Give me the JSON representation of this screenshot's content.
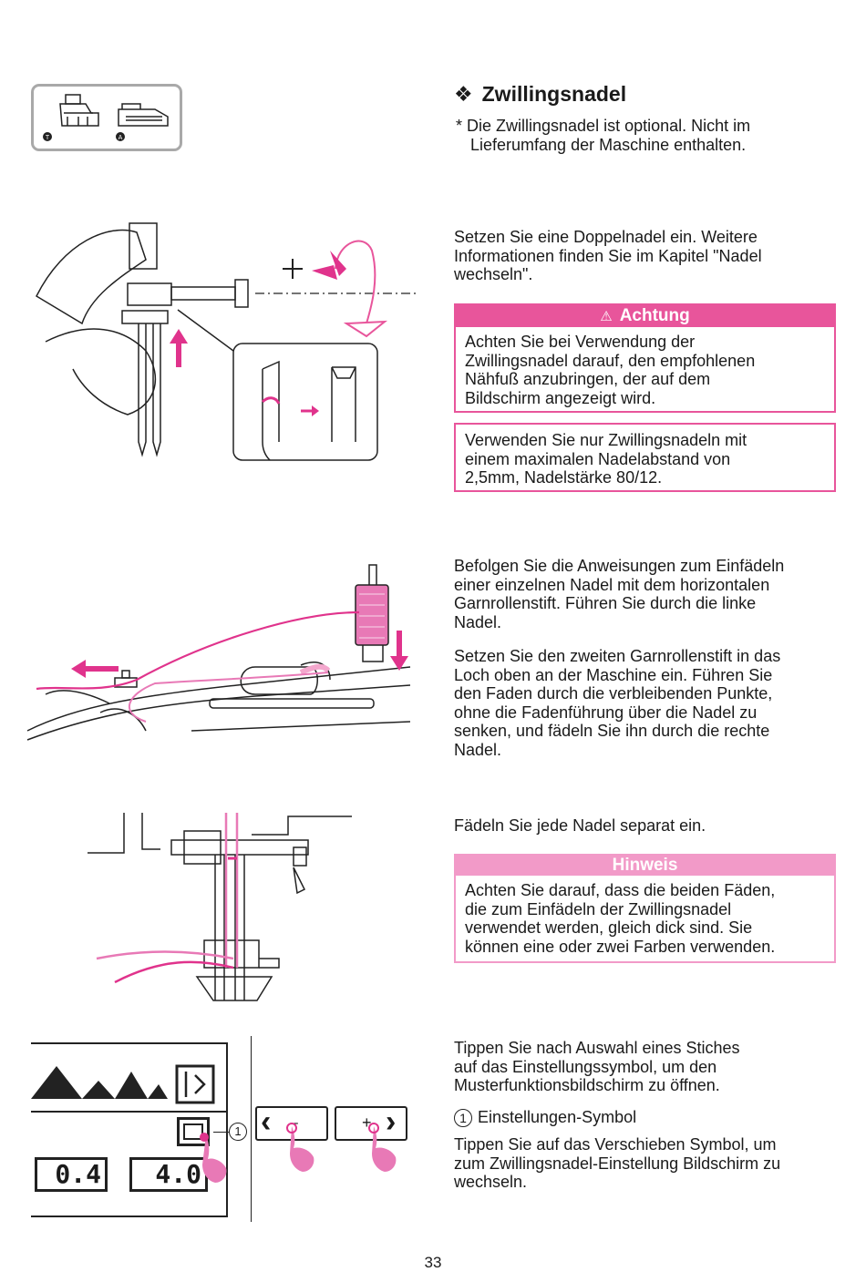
{
  "colors": {
    "accent": "#e8559b",
    "hint_header": "#f29ac8",
    "thread": "#e0338c"
  },
  "presser_feet": {
    "icon": "presser-feet-icon",
    "labels": [
      "T",
      "A"
    ]
  },
  "section": {
    "symbol": "❖",
    "title": "Zwillingsnadel",
    "note": "* Die Zwillingsnadel ist optional. Nicht im",
    "note2": "Lieferumfang der Maschine enthalten."
  },
  "step1": {
    "text": [
      "Setzen Sie eine Doppelnadel ein. Weitere",
      "Informationen finden Sie im Kapitel \"Nadel",
      "wechseln\"."
    ],
    "figure_plus": "+",
    "caution": {
      "title": "Achtung",
      "text": [
        "Achten Sie bei Verwendung der",
        "Zwillingsnadel darauf, den empfohlenen",
        "Nähfuß anzubringen, der auf dem",
        "Bildschirm angezeigt wird."
      ]
    },
    "note": [
      "Verwenden Sie nur Zwillingsnadeln mit",
      "einem maximalen Nadelabstand von",
      "2,5mm, Nadelstärke 80/12."
    ]
  },
  "step2": {
    "text1": [
      "Befolgen Sie die Anweisungen zum Einfädeln",
      "einer einzelnen Nadel mit dem horizontalen",
      "Garnrollenstift. Führen Sie durch die linke",
      "Nadel."
    ],
    "text2": [
      "Setzen Sie den zweiten Garnrollenstift in das",
      "Loch oben an der Maschine ein. Führen Sie",
      "den Faden durch die verbleibenden Punkte,",
      "ohne die Fadenführung über die Nadel zu",
      "senken, und fädeln Sie ihn durch die rechte",
      "Nadel."
    ]
  },
  "step3": {
    "text": "Fädeln Sie jede Nadel separat ein.",
    "hint": {
      "title": "Hinweis",
      "text": [
        "Achten Sie darauf, dass die beiden Fäden,",
        "die zum Einfädeln der Zwillingsnadel",
        "verwendet werden, gleich dick sind. Sie",
        "können eine oder zwei Farben verwenden."
      ]
    }
  },
  "step4": {
    "text": [
      "Tippen Sie nach Auswahl eines Stiches",
      "auf das Einstellungssymbol, um den",
      "Musterfunktionsbildschirm zu öffnen."
    ],
    "callout_num": "1",
    "callout_label": "Einstellungen-Symbol",
    "text2": [
      "Tippen Sie auf das Verschieben Symbol, um",
      "zum Zwillingsnadel-Einstellung Bildschirm zu",
      "wechseln."
    ],
    "lcd": {
      "value_left": "0.4",
      "value_right": "4.0",
      "callout": "1"
    },
    "buttons": {
      "minus": "–",
      "plus": "+"
    }
  },
  "page_number": "33"
}
